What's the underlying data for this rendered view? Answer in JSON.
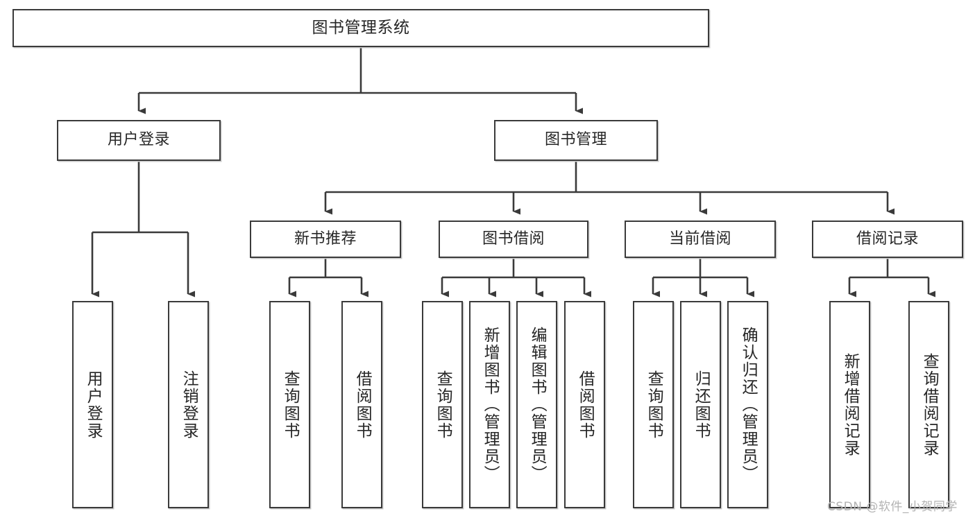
{
  "diagram": {
    "type": "hierarchy-tree",
    "title": "图书管理系统",
    "levels": 4,
    "root": {
      "label": "图书管理系统"
    },
    "level2": [
      {
        "label": "用户登录"
      },
      {
        "label": "图书管理"
      }
    ],
    "level3": [
      {
        "label": "新书推荐"
      },
      {
        "label": "图书借阅"
      },
      {
        "label": "当前借阅"
      },
      {
        "label": "借阅记录"
      }
    ],
    "leaves": [
      {
        "label": "用户登录",
        "parent": "用户登录"
      },
      {
        "label": "注销登录",
        "parent": "用户登录"
      },
      {
        "label": "查询图书",
        "parent": "新书推荐"
      },
      {
        "label": "借阅图书",
        "parent": "新书推荐"
      },
      {
        "label": "查询图书",
        "parent": "图书借阅"
      },
      {
        "label": "新增图书（管理员）",
        "parent": "图书借阅"
      },
      {
        "label": "编辑图书（管理员）",
        "parent": "图书借阅"
      },
      {
        "label": "借阅图书",
        "parent": "图书借阅"
      },
      {
        "label": "查询图书",
        "parent": "当前借阅"
      },
      {
        "label": "归还图书",
        "parent": "当前借阅"
      },
      {
        "label": "确认归还（管理员）",
        "parent": "当前借阅"
      },
      {
        "label": "新增借阅记录",
        "parent": "借阅记录"
      },
      {
        "label": "查询借阅记录",
        "parent": "借阅记录"
      }
    ]
  },
  "watermark": {
    "text": "CSDN @软件_小贺同学"
  },
  "colors": {
    "stroke": "#3a3a3a",
    "text": "#262626",
    "background": "#ffffff",
    "watermark": "#b3b3b3"
  }
}
